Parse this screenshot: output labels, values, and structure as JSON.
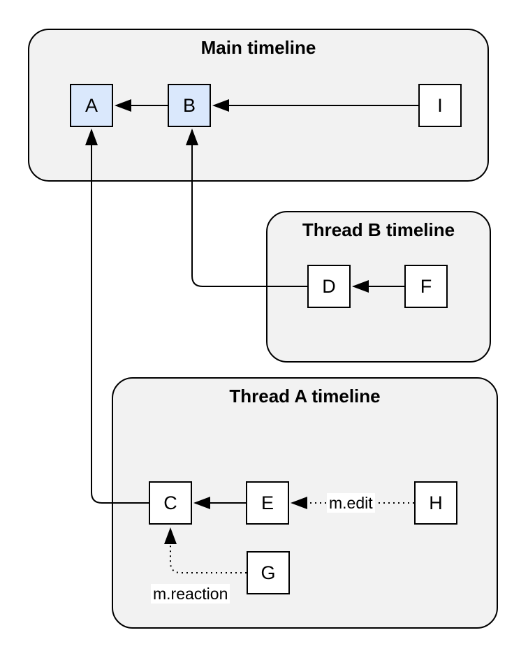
{
  "colors": {
    "page_bg": "#ffffff",
    "container_fill": "#f2f2f2",
    "container_border": "#000000",
    "node_fill": "#ffffff",
    "node_fill_highlight": "#dae8fc",
    "node_border": "#000000",
    "edge_color": "#000000",
    "label_bg": "#ffffff",
    "title_color": "#000000"
  },
  "containers": [
    {
      "id": "main-timeline",
      "title": "Main timeline"
    },
    {
      "id": "thread-b-timeline",
      "title": "Thread B timeline"
    },
    {
      "id": "thread-a-timeline",
      "title": "Thread A timeline"
    }
  ],
  "nodes": [
    {
      "id": "A",
      "label": "A",
      "timeline": "main-timeline",
      "highlighted": true
    },
    {
      "id": "B",
      "label": "B",
      "timeline": "main-timeline",
      "highlighted": true
    },
    {
      "id": "I",
      "label": "I",
      "timeline": "main-timeline",
      "highlighted": false
    },
    {
      "id": "D",
      "label": "D",
      "timeline": "thread-b-timeline",
      "highlighted": false
    },
    {
      "id": "F",
      "label": "F",
      "timeline": "thread-b-timeline",
      "highlighted": false
    },
    {
      "id": "C",
      "label": "C",
      "timeline": "thread-a-timeline",
      "highlighted": false
    },
    {
      "id": "E",
      "label": "E",
      "timeline": "thread-a-timeline",
      "highlighted": false
    },
    {
      "id": "H",
      "label": "H",
      "timeline": "thread-a-timeline",
      "highlighted": false
    },
    {
      "id": "G",
      "label": "G",
      "timeline": "thread-a-timeline",
      "highlighted": false
    }
  ],
  "edges": [
    {
      "from": "B",
      "to": "A",
      "style": "solid",
      "label": ""
    },
    {
      "from": "I",
      "to": "B",
      "style": "solid",
      "label": ""
    },
    {
      "from": "F",
      "to": "D",
      "style": "solid",
      "label": ""
    },
    {
      "from": "D",
      "to": "B",
      "style": "solid",
      "label": ""
    },
    {
      "from": "E",
      "to": "C",
      "style": "solid",
      "label": ""
    },
    {
      "from": "C",
      "to": "A",
      "style": "solid",
      "label": ""
    },
    {
      "from": "H",
      "to": "E",
      "style": "dotted",
      "label": "m.edit"
    },
    {
      "from": "G",
      "to": "C",
      "style": "dotted",
      "label": "m.reaction"
    }
  ]
}
